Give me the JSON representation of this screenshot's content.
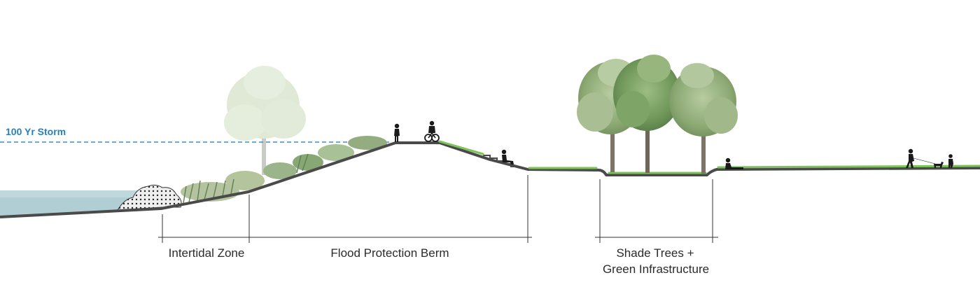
{
  "storm": {
    "label": "100 Yr Storm",
    "line_color": "#3d8fc8"
  },
  "zones": {
    "intertidal": "Intertidal Zone",
    "berm": "Flood Protection Berm",
    "trees_line1": "Shade Trees +",
    "trees_line2": "Green Infrastructure"
  },
  "colors": {
    "water": "#a9c9cf",
    "ground_line": "#4a4a4a",
    "grass": "#7cc35a",
    "tree_foliage": "#8fae7a",
    "faded_tree": "#c9d8bc",
    "figure": "#1a1a1a"
  },
  "icons": {
    "riprap": "riprap-stone-pile",
    "tree": "tree-icon",
    "person": "person-icon",
    "cyclist": "cyclist-icon",
    "dog": "dog-icon"
  }
}
